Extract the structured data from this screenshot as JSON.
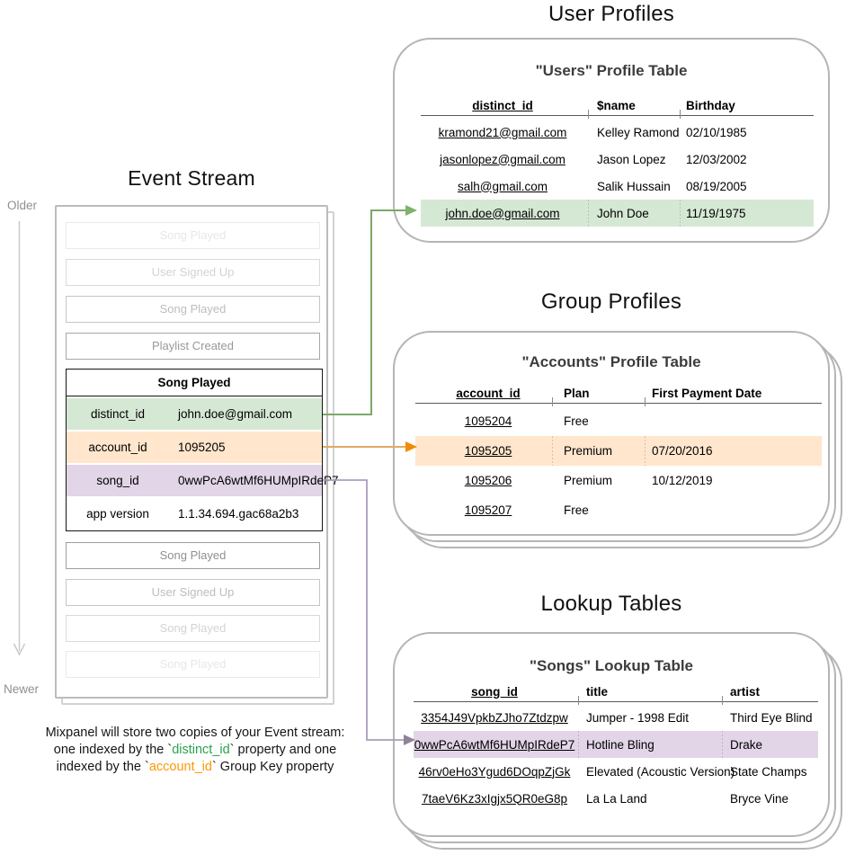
{
  "colors": {
    "green_fill": "#d5e8d4",
    "orange_fill": "#ffe6cc",
    "purple_fill": "#e1d5e7",
    "green_stroke": "#7ca968",
    "green_arrow": "#7fb26a",
    "orange_stroke": "#e0aa66",
    "orange_arrow": "#f28c05",
    "purple_stroke": "#ab9dbd",
    "purple_arrow": "#8e8399",
    "axis_gray": "#c9c9c9",
    "caption_green": "#2aa24a",
    "caption_orange": "#fb9903"
  },
  "event_stream": {
    "title": "Event Stream",
    "older_label": "Older",
    "newer_label": "Newer",
    "events_before": [
      "Song Played",
      "User Signed Up",
      "Song Played",
      "Playlist Created"
    ],
    "expanded_event": {
      "title": "Song Played",
      "properties": [
        {
          "key": "distinct_id",
          "value": "john.doe@gmail.com"
        },
        {
          "key": "account_id",
          "value": "1095205"
        },
        {
          "key": "song_id",
          "value": "0wwPcA6wtMf6HUMpIRdeP7"
        },
        {
          "key": "app version",
          "value": "1.1.34.694.gac68a2b3"
        }
      ]
    },
    "events_after": [
      "Song Played",
      "User Signed Up",
      "Song Played",
      "Song Played"
    ],
    "caption": {
      "line1": "Mixpanel will store two copies of your Event stream:",
      "line2_pre": "one indexed by the `",
      "line2_key": "distinct_id",
      "line2_post": "` property and one",
      "line3_pre": "indexed by the `",
      "line3_key": "account_id",
      "line3_post": "` Group Key property"
    }
  },
  "user_profiles": {
    "section_title": "User Profiles",
    "table_title": "\"Users\" Profile Table",
    "columns": [
      "distinct_id",
      "$name",
      "Birthday"
    ],
    "rows": [
      {
        "distinct_id": "kramond21@gmail.com",
        "name": "Kelley Ramond",
        "birthday": "02/10/1985"
      },
      {
        "distinct_id": "jasonlopez@gmail.com",
        "name": "Jason Lopez",
        "birthday": "12/03/2002"
      },
      {
        "distinct_id": "salh@gmail.com",
        "name": "Salik Hussain",
        "birthday": "08/19/2005"
      },
      {
        "distinct_id": "john.doe@gmail.com",
        "name": "John Doe",
        "birthday": "11/19/1975"
      }
    ]
  },
  "group_profiles": {
    "section_title": "Group Profiles",
    "table_title": "\"Accounts\" Profile Table",
    "columns": [
      "account_id",
      "Plan",
      "First Payment Date"
    ],
    "rows": [
      {
        "account_id": "1095204",
        "plan": "Free",
        "first_payment_date": ""
      },
      {
        "account_id": "1095205",
        "plan": "Premium",
        "first_payment_date": "07/20/2016"
      },
      {
        "account_id": "1095206",
        "plan": "Premium",
        "first_payment_date": "10/12/2019"
      },
      {
        "account_id": "1095207",
        "plan": "Free",
        "first_payment_date": ""
      }
    ]
  },
  "lookup_tables": {
    "section_title": "Lookup Tables",
    "table_title": "\"Songs\" Lookup Table",
    "columns": [
      "song_id",
      "title",
      "artist"
    ],
    "rows": [
      {
        "song_id": "3354J49VpkbZJho7Ztdzpw",
        "title": "Jumper - 1998 Edit",
        "artist": "Third Eye Blind"
      },
      {
        "song_id": "0wwPcA6wtMf6HUMpIRdeP7",
        "title": "Hotline Bling",
        "artist": "Drake"
      },
      {
        "song_id": "46rv0eHo3Ygud6DOqpZjGk",
        "title": "Elevated (Acoustic Version)",
        "artist": "State Champs"
      },
      {
        "song_id": "7taeV6Kz3xIgjx5QR0eG8p",
        "title": "La La Land",
        "artist": "Bryce Vine"
      }
    ]
  }
}
